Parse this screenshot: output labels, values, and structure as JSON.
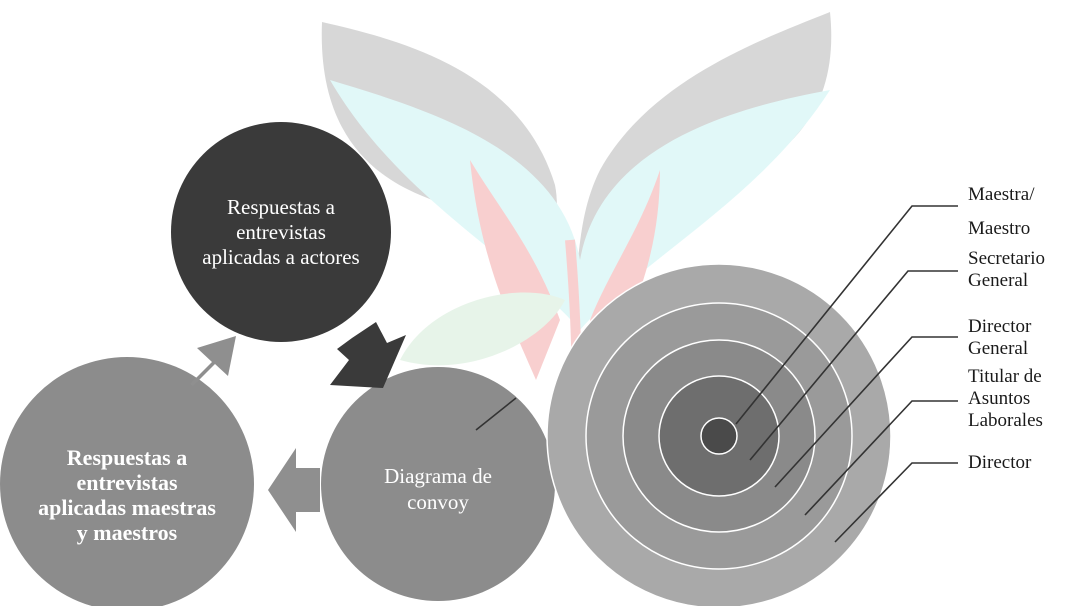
{
  "cycle": {
    "top_node": "Respuestas a entrevistas aplicadas a actores",
    "center_node": "Diagrama de convoy",
    "left_node": "Respuestas a entrevistas aplicadas maestras y maestros"
  },
  "rings": {
    "labels": [
      {
        "line1": "Maestra/",
        "line2": "Maestro"
      },
      {
        "line1": "Secretario",
        "line2": "General"
      },
      {
        "line1": "Director",
        "line2": "General"
      },
      {
        "line1": "Titular de",
        "line2": "Asuntos",
        "line3": "Laborales"
      },
      {
        "line1": "Director"
      }
    ]
  },
  "colors": {
    "top_node": "#3a3a3a",
    "cycle_nodes": "#8c8c8c",
    "arrows": "#8f8f8f",
    "rings": [
      "#a9a9a9",
      "#9a9a9a",
      "#8a8a8a",
      "#7a7a7a",
      "#5a5a5a"
    ],
    "watermark_gray": "#c8c8c8",
    "watermark_cyan": "#c9f4f4",
    "watermark_pink": "#f6b9b9"
  }
}
